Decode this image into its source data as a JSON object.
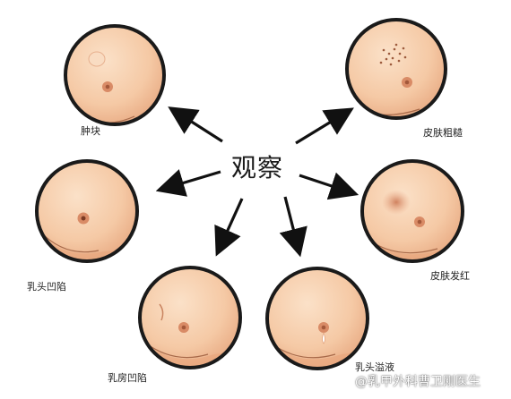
{
  "center_label": "观察",
  "signs": [
    {
      "id": "lump",
      "label": "肿块"
    },
    {
      "id": "skin-roughness",
      "label": "皮肤粗糙"
    },
    {
      "id": "nipple-inversion",
      "label": "乳头凹陷"
    },
    {
      "id": "skin-redness",
      "label": "皮肤发红"
    },
    {
      "id": "breast-dimpling",
      "label": "乳房凹陷"
    },
    {
      "id": "nipple-discharge",
      "label": "乳头溢液"
    }
  ],
  "watermark": "@乳甲外科曹卫刚医生",
  "colors": {
    "skin": "#f5c9a5",
    "skin_shadow": "#e6a57d",
    "outline": "#1a1a1a",
    "areola": "#d98b66",
    "redness": "#d9855e",
    "arrow": "#111111"
  }
}
